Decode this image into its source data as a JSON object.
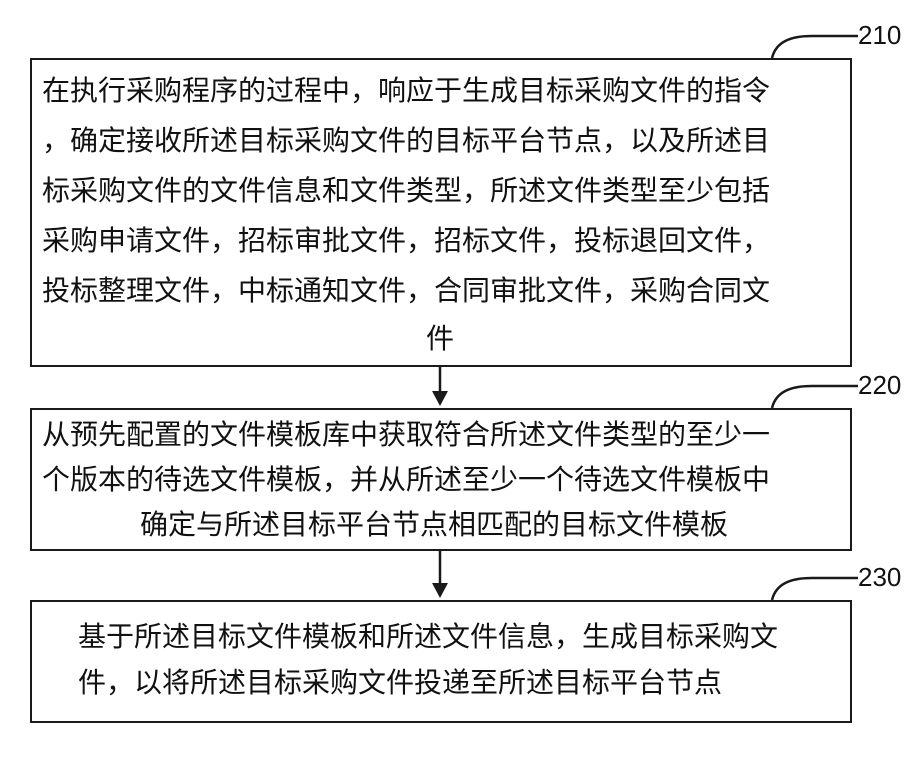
{
  "steps": [
    {
      "label": "210",
      "lines": [
        "在执行采购程序的过程中，响应于生成目标采购文件的指令",
        "，确定接收所述目标采购文件的目标平台节点，以及所述目",
        "标采购文件的文件信息和文件类型，所述文件类型至少包括",
        "采购申请文件，招标审批文件，招标文件，投标退回文件，",
        "投标整理文件，中标通知文件，合同审批文件，采购合同文",
        "件"
      ]
    },
    {
      "label": "220",
      "lines": [
        "从预先配置的文件模板库中获取符合所述文件类型的至少一",
        "个版本的待选文件模板，并从所述至少一个待选文件模板中",
        "确定与所述目标平台节点相匹配的目标文件模板"
      ]
    },
    {
      "label": "230",
      "lines": [
        "基于所述目标文件模板和所述文件信息，生成目标采购文",
        "件，以将所述目标采购文件投递至所述目标平台节点"
      ]
    }
  ]
}
